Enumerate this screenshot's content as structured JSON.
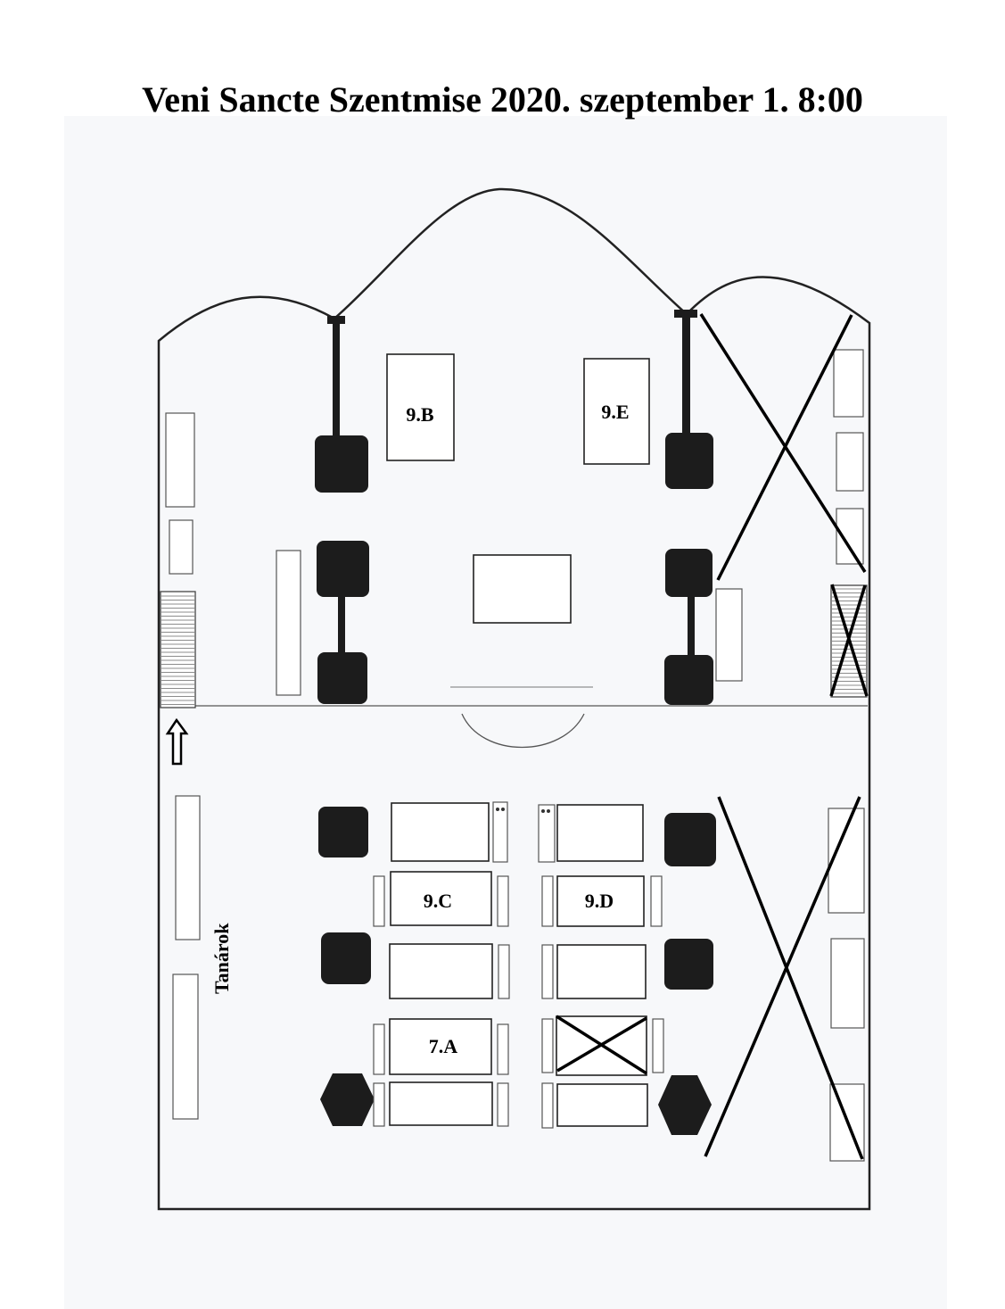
{
  "title": "Veni Sancte Szentmise 2020. szeptember 1. 8:00",
  "labels": {
    "class_9b": "9.B",
    "class_9e": "9.E",
    "class_9c": "9.C",
    "class_9d": "9.D",
    "class_7a": "7.A",
    "teachers": "Tanárok"
  }
}
